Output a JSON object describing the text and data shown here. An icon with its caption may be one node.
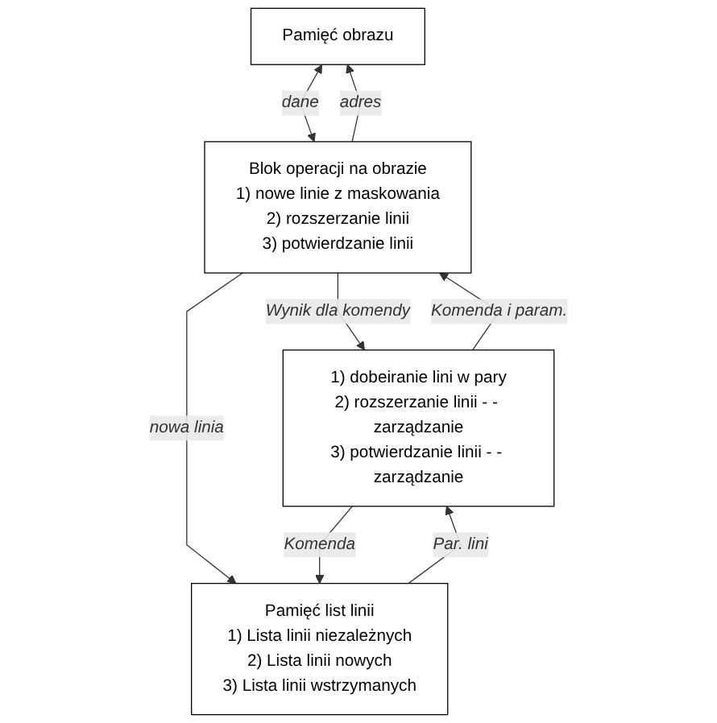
{
  "diagram": {
    "nodes": [
      {
        "text": [
          "Pamięć obrazu"
        ]
      },
      {
        "text": [
          "Blok operacji na obrazie",
          "1) nowe linie z maskowania",
          "2) rozszerzanie linii",
          "3) potwierdzanie linii"
        ]
      },
      {
        "text": [
          "1) dobeiranie lini w pary",
          "2) rozszerzanie linii - - zarządzanie",
          "3) potwierdzanie linii - - zarządzanie"
        ]
      },
      {
        "text": [
          "Pamięć list linii",
          "1) Lista linii niezależnych",
          "2) Lista linii nowych",
          "3) Lista linii wstrzymanych"
        ]
      }
    ],
    "edges": [
      {
        "from": 1,
        "to": 0,
        "arrow": "to",
        "label": "adres"
      },
      {
        "from": 0,
        "to": 1,
        "arrow": "both",
        "label": "dane"
      },
      {
        "from": 2,
        "to": 1,
        "arrow": "to",
        "label": "Komenda i param."
      },
      {
        "from": 1,
        "to": 2,
        "arrow": "to",
        "label": "Wynik dla komendy"
      },
      {
        "from": 1,
        "to": 3,
        "arrow": "to",
        "label": "nowa linia"
      },
      {
        "from": 2,
        "to": 3,
        "arrow": "to",
        "label": "Komenda"
      },
      {
        "from": 3,
        "to": 2,
        "arrow": "to",
        "label": "Par. lini"
      }
    ]
  }
}
